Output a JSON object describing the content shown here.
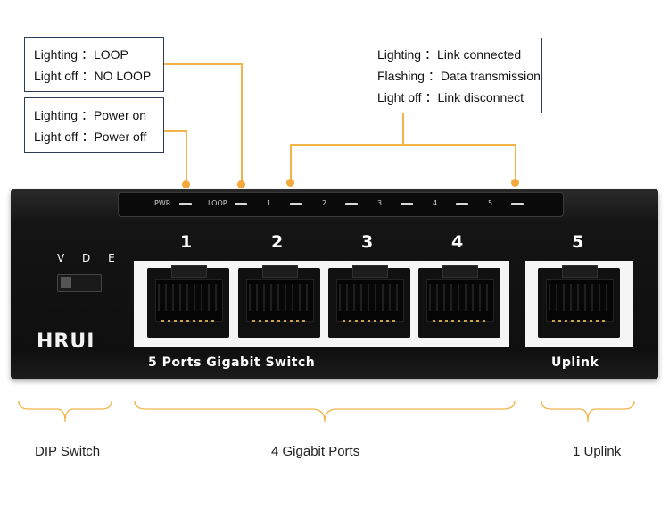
{
  "callouts": {
    "loop": [
      {
        "state": "Lighting",
        "meaning": "LOOP"
      },
      {
        "state": "Light off",
        "meaning": "NO LOOP"
      }
    ],
    "power": [
      {
        "state": "Lighting",
        "meaning": "Power on"
      },
      {
        "state": "Light off",
        "meaning": "Power off"
      }
    ],
    "link": [
      {
        "state": "Lighting",
        "meaning": "Link connected"
      },
      {
        "state": "Flashing",
        "meaning": "Data transmission"
      },
      {
        "state": "Light off",
        "meaning": "Link disconnect"
      }
    ]
  },
  "separator": "：",
  "led_labels": [
    "PWR",
    "LOOP",
    "1",
    "2",
    "3",
    "4",
    "5"
  ],
  "port_numbers": [
    "1",
    "2",
    "3",
    "4",
    "5"
  ],
  "dip_switch_label": "V D E",
  "brand_logo": "HRUI",
  "panel_text": {
    "left": "5 Ports Gigabit Switch",
    "right": "Uplink"
  },
  "captions": {
    "dip": "DIP Switch",
    "gigabit": "4 Gigabit Ports",
    "uplink": "1 Uplink"
  },
  "colors": {
    "accent": "#f3a83a",
    "callout_border": "#2b3a55",
    "device_body": "#141414"
  }
}
